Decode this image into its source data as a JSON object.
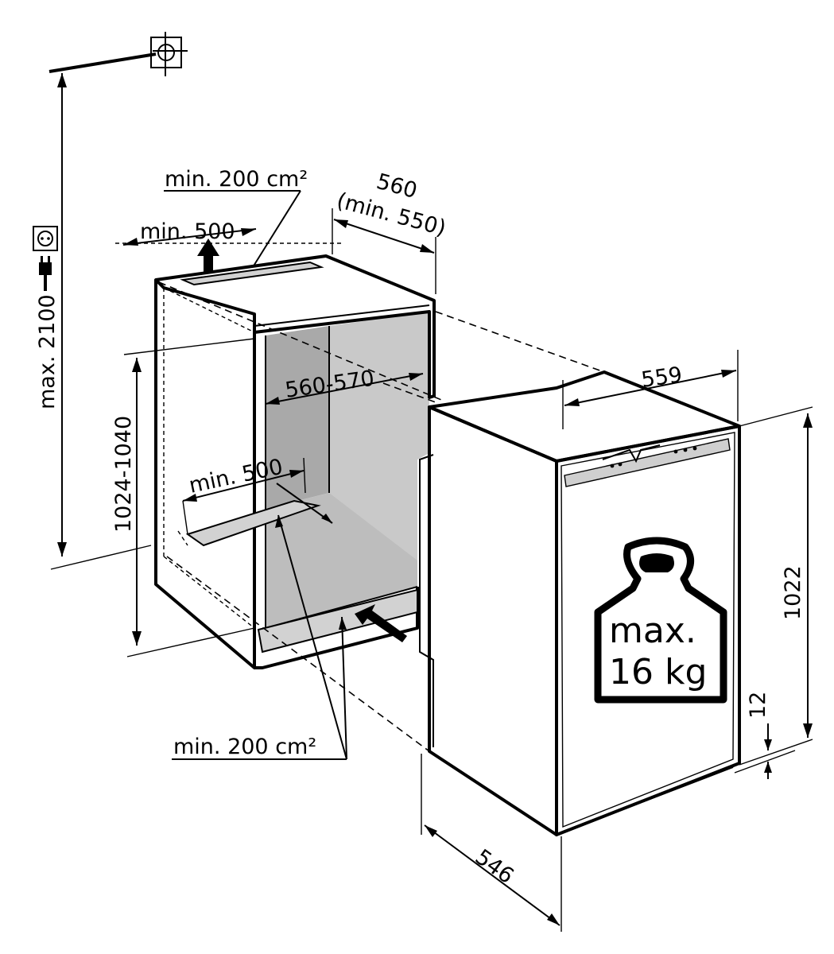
{
  "labels": {
    "top_vent_area": "min. 200 cm²",
    "top_clearance": "min. 500",
    "niche_width": "560",
    "niche_width_min": "(min. 550)",
    "niche_depth": "560-570",
    "floor_clearance": "min. 500",
    "niche_height": "1024-1040",
    "max_height": "max. 2100",
    "bottom_vent_area": "min. 200 cm²",
    "appliance_width": "559",
    "appliance_height": "1022",
    "appliance_depth": "546",
    "plinth_gap": "12",
    "door_load_line1": "max.",
    "door_load_line2": "16 kg"
  },
  "colors": {
    "niche_shade_dark": "#a9a9a9",
    "niche_shade_light": "#c9c9c9",
    "vent_fill": "#d2d2d2",
    "weight_fill": "#ffffff"
  }
}
